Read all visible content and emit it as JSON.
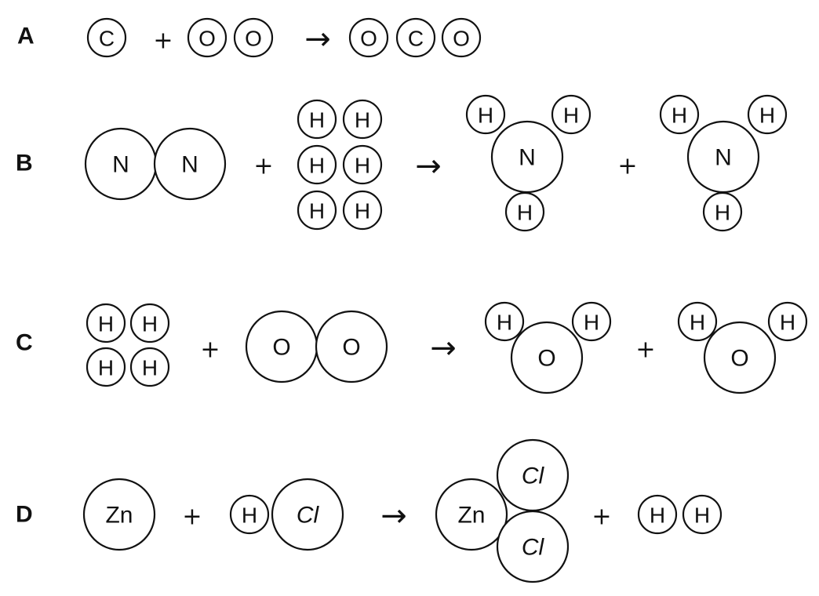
{
  "reactions": [
    {
      "label": "A",
      "reactants": [
        {
          "atoms": [
            "C"
          ]
        },
        {
          "atoms": [
            "O",
            "O"
          ]
        }
      ],
      "products": [
        {
          "atoms": [
            "O",
            "C",
            "O"
          ]
        }
      ]
    },
    {
      "label": "B",
      "reactants": [
        {
          "atoms": [
            "N",
            "N"
          ]
        },
        {
          "atoms": [
            "H",
            "H",
            "H",
            "H",
            "H",
            "H"
          ]
        }
      ],
      "products": [
        {
          "atoms": [
            "H",
            "H",
            "N",
            "H"
          ]
        },
        {
          "atoms": [
            "H",
            "H",
            "N",
            "H"
          ]
        }
      ]
    },
    {
      "label": "C",
      "reactants": [
        {
          "atoms": [
            "H",
            "H",
            "H",
            "H"
          ]
        },
        {
          "atoms": [
            "O",
            "O"
          ]
        }
      ],
      "products": [
        {
          "atoms": [
            "H",
            "H",
            "O"
          ]
        },
        {
          "atoms": [
            "H",
            "H",
            "O"
          ]
        }
      ]
    },
    {
      "label": "D",
      "reactants": [
        {
          "atoms": [
            "Zn"
          ]
        },
        {
          "atoms": [
            "H",
            "Cl"
          ]
        }
      ],
      "products": [
        {
          "atoms": [
            "Cl",
            "Zn",
            "Cl"
          ]
        },
        {
          "atoms": [
            "H",
            "H"
          ]
        }
      ]
    }
  ],
  "plus_symbol": "+",
  "arrow_symbol": "→"
}
